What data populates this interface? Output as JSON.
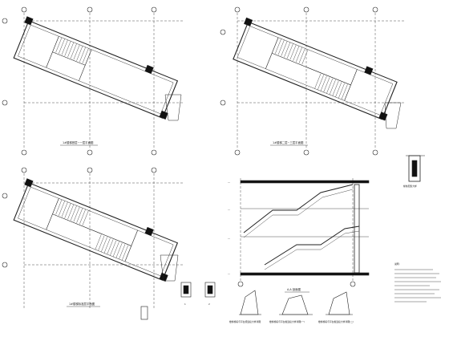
{
  "drawing": {
    "plan_top_left_caption": "1#楼梯首层~一层平面图",
    "plan_top_right_caption": "1#楼梯二层~三层平面图",
    "plan_bottom_left_caption": "1#楼梯标准层平面图",
    "section_caption": "A-A 剖面图",
    "detail_caption_1": "1",
    "detail_caption_2": "2",
    "section_detail_caption_1": "楼梯梯段与平台梁连接大样详图",
    "section_detail_caption_2": "楼梯梯段与平台板连接大样详图(一)",
    "section_detail_caption_3": "楼梯梯段与平台板连接大样详图(二)",
    "side_detail_caption": "梯柱配筋大样",
    "notes_title": "说明:"
  },
  "colors": {
    "line": "#222222",
    "fill_dark": "#111111",
    "background": "#ffffff"
  }
}
